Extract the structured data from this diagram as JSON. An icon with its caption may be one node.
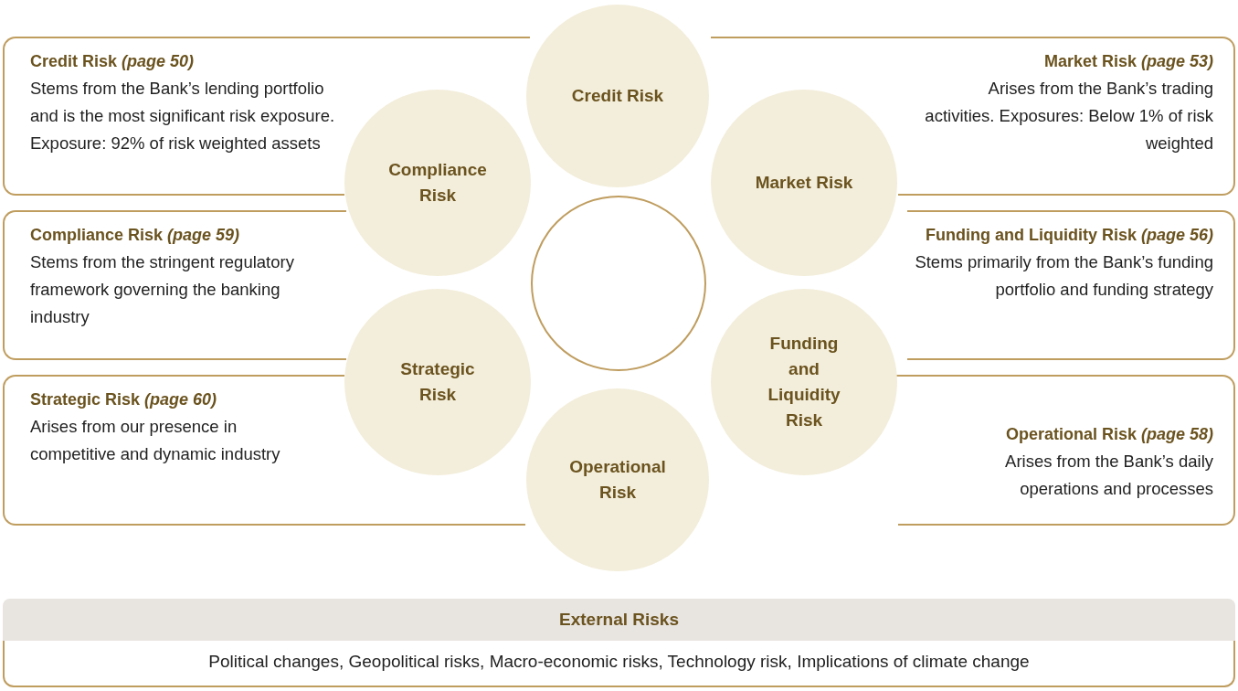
{
  "diagram": {
    "nodes": [
      {
        "text": [
          "Credit Risk *(page 50)*",
          "Stems from the Bank’s lending portfolio and is the most significant risk exposure. Exposure: 92% of risk weighted assets"
        ]
      },
      {
        "text": [
          "Compliance Risk *(page 59)*",
          "Stems from the stringent regulatory framework governing the banking industry"
        ]
      },
      {
        "text": [
          "Strategic Risk *(page 60)*",
          "Arises from our presence in competitive and dynamic industry"
        ]
      },
      {
        "text": [
          "Market Risk *(page 53)*",
          "Arises from the Bank’s trading activities. Exposures: Below 1% of risk weighted"
        ]
      },
      {
        "text": [
          "Funding and Liquidity Risk *(page 56)*",
          "Stems primarily from the Bank’s funding portfolio and funding strategy"
        ]
      },
      {
        "text": [
          "Operational Risk *(page 58)*",
          "Arises from the Bank’s daily operations and processes"
        ]
      },
      {
        "text": [
          "Credit Risk"
        ]
      },
      {
        "text": [
          "Compliance Risk"
        ]
      },
      {
        "text": [
          "Market Risk"
        ]
      },
      {
        "text": [],
        "shape": "circle"
      },
      {
        "text": [
          "Strategic Risk"
        ]
      },
      {
        "text": [
          "Funding and Liquidity Risk"
        ]
      },
      {
        "text": [
          "Operational Risk"
        ]
      },
      {
        "text": [
          "External Risks",
          "Political changes, Geopolitical risks, Macro-economic risks, Technology risk, Implications of climate change"
        ]
      }
    ]
  }
}
